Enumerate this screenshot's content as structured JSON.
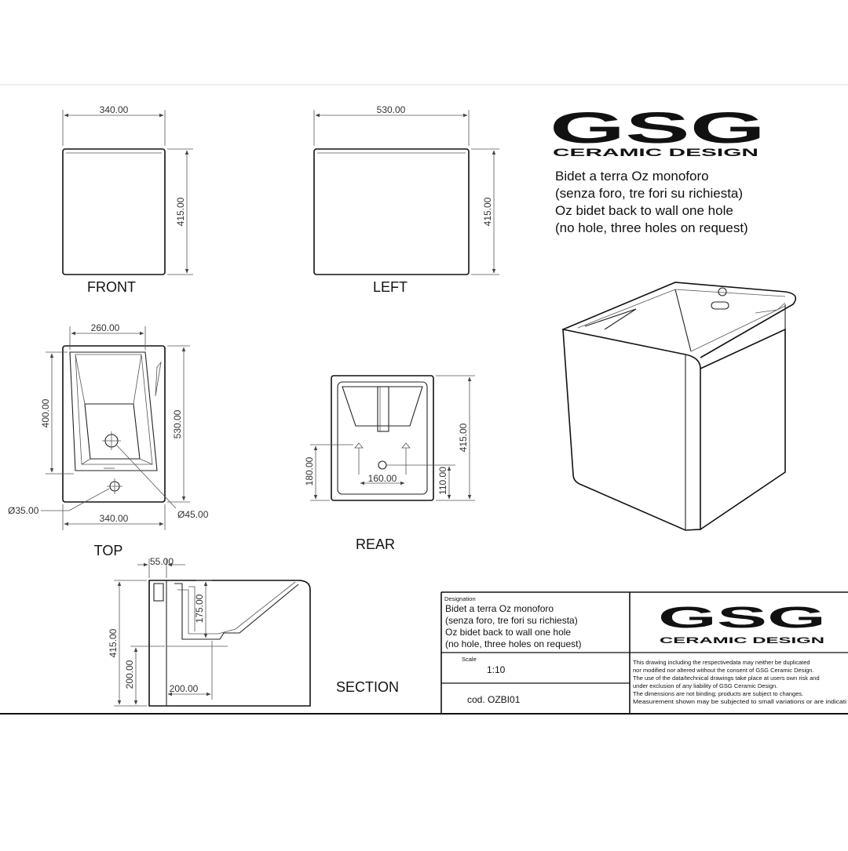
{
  "brand": {
    "logo_text": "GSG",
    "tagline": "CERAMIC DESIGN"
  },
  "description": {
    "line1": "Bidet a terra Oz monoforo",
    "line2": "(senza foro, tre fori su richiesta)",
    "line3": "Oz bidet back to wall one hole",
    "line4": "(no hole, three holes on request)"
  },
  "views": {
    "front": "FRONT",
    "left": "LEFT",
    "top": "TOP",
    "rear": "REAR",
    "section": "SECTION"
  },
  "dimensions": {
    "front_width": "340.00",
    "front_height": "415.00",
    "left_width": "530.00",
    "left_height": "415.00",
    "top_inner_width": "260.00",
    "top_depth_left": "400.00",
    "top_depth_right": "530.00",
    "top_width": "340.00",
    "hole_small": "Ø35.00",
    "hole_large": "Ø45.00",
    "rear_height": "415.00",
    "rear_fix_height": "180.00",
    "rear_fix_spacing": "160.00",
    "rear_outlet_height": "110.00",
    "section_wall": "55.00",
    "section_height": "415.00",
    "section_inner": "175.00",
    "section_outlet_height": "200.00",
    "section_outlet_depth": "200.00"
  },
  "title_block": {
    "designation_label": "Designation",
    "designation": [
      "Bidet a terra Oz monoforo",
      "(senza foro, tre fori su richiesta)",
      "Oz bidet back to wall one hole",
      "(no hole, three holes on request)"
    ],
    "scale_label": "Scale",
    "scale": "1:10",
    "code": "cod. OZBI01",
    "disclaimer": [
      "This drawing including the respectivedata may neither be duplicated",
      " nor modified nor altered without the consent of GSG Ceramic Design.",
      "The use of the data/technical drawings take place at users own risk and",
      "under exclusion of any liability of GSG Ceramic Design.",
      "The dimensions are not binding; products are subject to changes.",
      "Measurement shown may be subjected to small variations or are indicati"
    ]
  }
}
